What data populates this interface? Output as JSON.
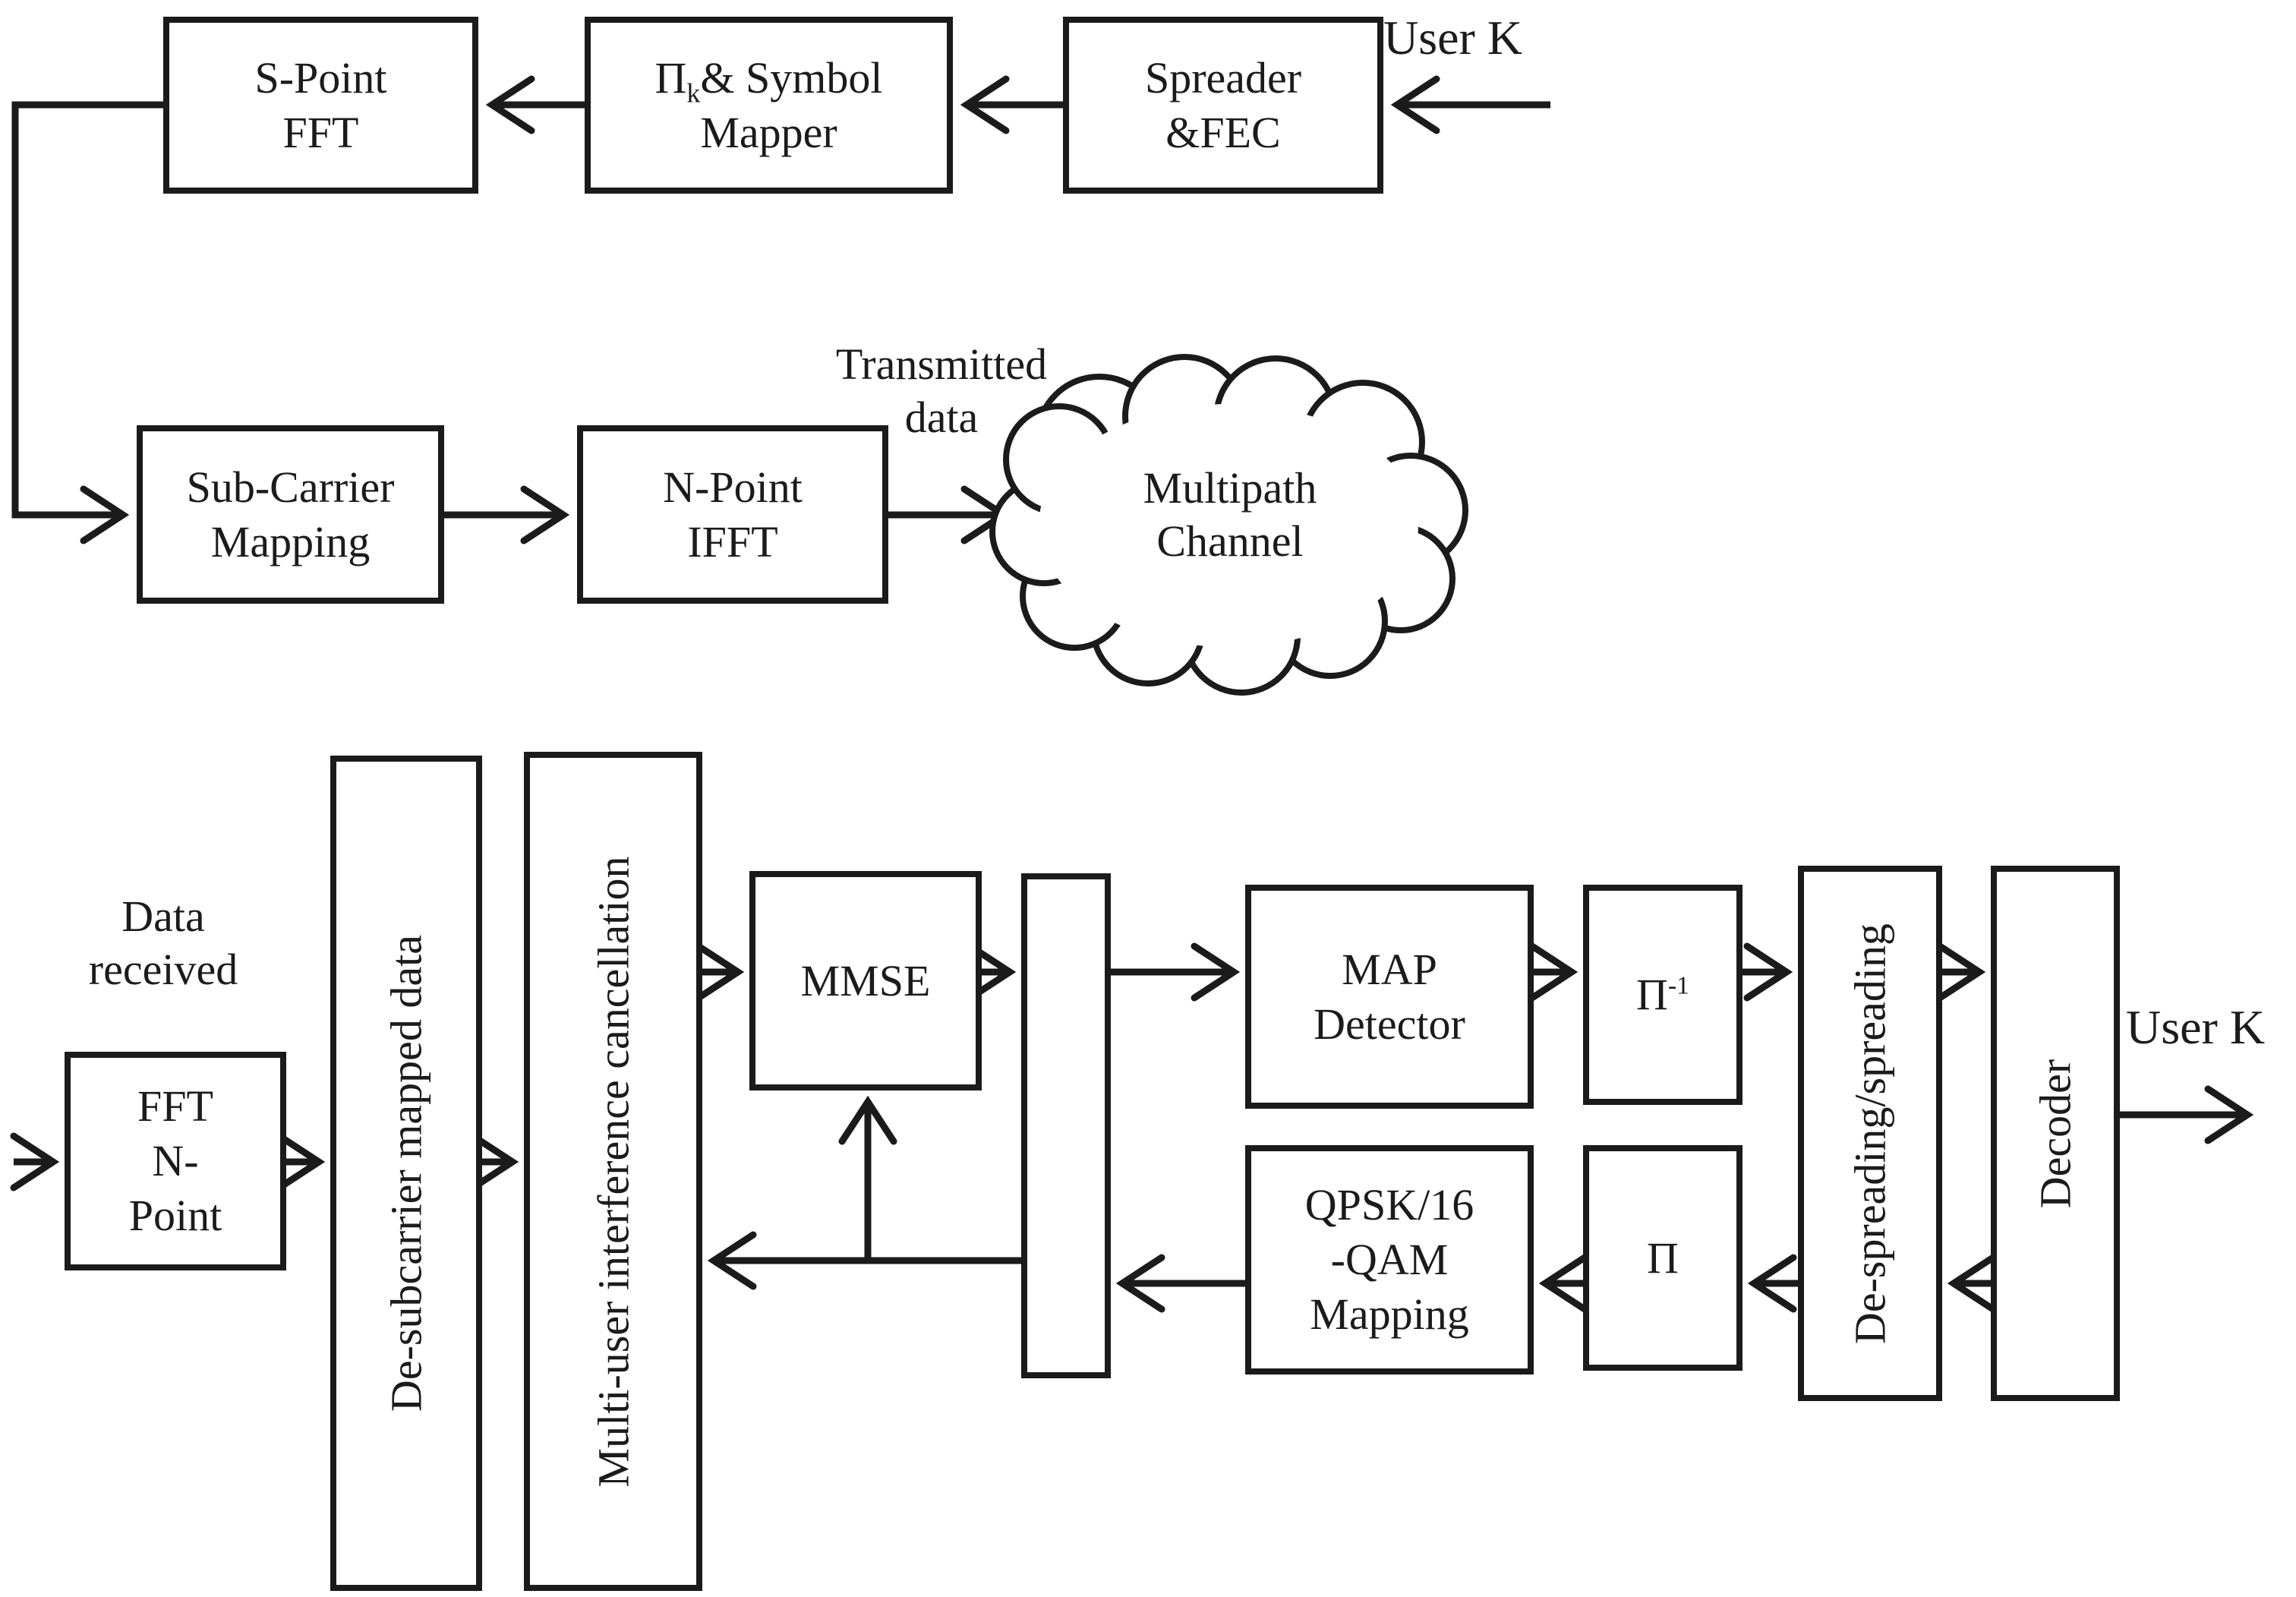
{
  "diagram": {
    "title_implied": "SC-FDMA / MC-CDMA transceiver block diagram",
    "colors": {
      "ink": "#1b1b1b",
      "background": "#ffffff"
    },
    "transmitter": {
      "user_k_label": "User K",
      "spreader_fec": "Spreader\n&FEC",
      "mapper_pi": "Π",
      "mapper_pi_sub": "k",
      "mapper_rest": "& Symbol",
      "mapper_line2": "Mapper",
      "spoint_fft": "S-Point\nFFT",
      "subcarrier_mapping": "Sub-Carrier\nMapping",
      "npoint_ifft": "N-Point\nIFFT",
      "transmitted_data_label": "Transmitted\ndata",
      "multipath_channel": "Multipath\nChannel"
    },
    "receiver": {
      "data_received_label": "Data\nreceived",
      "fft_npoint": "FFT\nN-\nPoint",
      "desubcarrier_mapped_data": "De-subcarrier mapped data",
      "multiuser_interference_cancellation": "Multi-user interference cancellation",
      "mmse": "MMSE",
      "map_detector": "MAP\nDetector",
      "deinterleaver_pi": "Π",
      "deinterleaver_exp": "-1",
      "interleaver_pi": "Π",
      "qpsk_qam_mapping": "QPSK/16\n-QAM\nMapping",
      "despreading_spreading": "De-spreading/spreading",
      "decoder": "Decoder",
      "user_k_label": "User K"
    }
  }
}
